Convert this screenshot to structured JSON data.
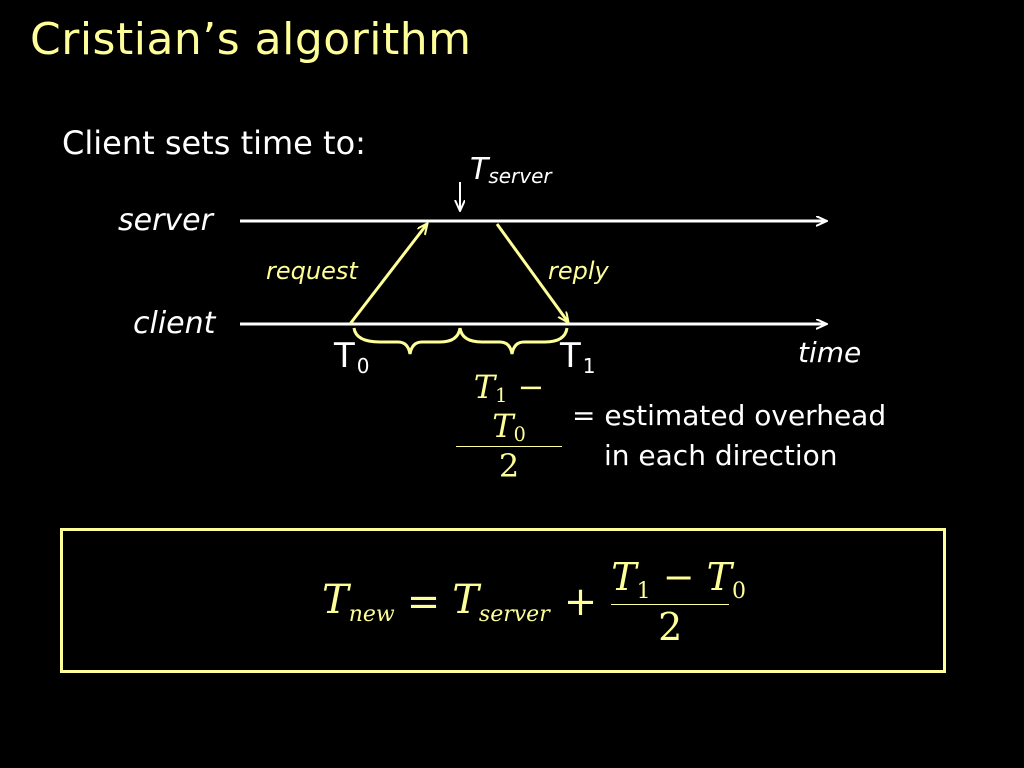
{
  "slide": {
    "title": "Cristian’s algorithm",
    "subtitle": "Client sets time to:"
  },
  "diagram": {
    "server_label": "server",
    "client_label": "client",
    "time_label": "time",
    "request_label": "request",
    "reply_label": "reply",
    "t_server_main": "T",
    "t_server_sub": "server",
    "t0_main": "T",
    "t0_sub": "0",
    "t1_main": "T",
    "t1_sub": "1"
  },
  "overhead": {
    "numerator_t1": "T",
    "numerator_sub1": "1",
    "minus": "−",
    "numerator_t0": "T",
    "numerator_sub0": "0",
    "denominator": "2",
    "line1": "= estimated overhead",
    "line2": "in each direction"
  },
  "formula": {
    "t_new": "T",
    "t_new_sub": "new",
    "equals": "=",
    "t_server": "T",
    "t_server_sub": "server",
    "plus": "+",
    "num_t1": "T",
    "num_sub1": "1",
    "minus": "−",
    "num_t0": "T",
    "num_sub0": "0",
    "denominator": "2"
  },
  "colors": {
    "accent_yellow": "#ffff99",
    "text_white": "#ffffff",
    "background": "#000000"
  }
}
